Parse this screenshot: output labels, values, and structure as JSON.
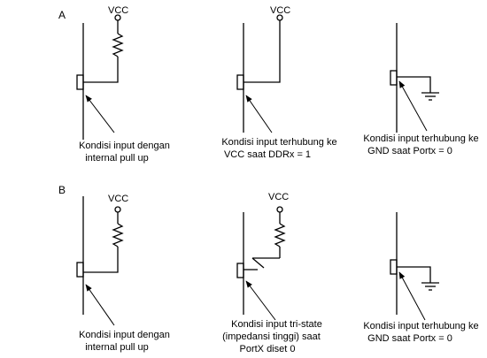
{
  "rows": {
    "a": "A",
    "b": "B"
  },
  "labels": {
    "vcc": "VCC"
  },
  "captions": {
    "a1": [
      "Kondisi input dengan",
      "internal pull up"
    ],
    "a2": [
      "Kondisi input terhubung ke",
      "VCC saat DDRx = 1"
    ],
    "a3": [
      "Kondisi input terhubung ke",
      "GND saat Portx = 0"
    ],
    "b1": [
      "Kondisi input dengan",
      "internal pull up"
    ],
    "b2": [
      "Kondisi input tri-state",
      "(impedansi tinggi) saat",
      "PortX diset 0"
    ],
    "b3": [
      "Kondisi input terhubung ke",
      "GND saat Portx = 0"
    ]
  }
}
